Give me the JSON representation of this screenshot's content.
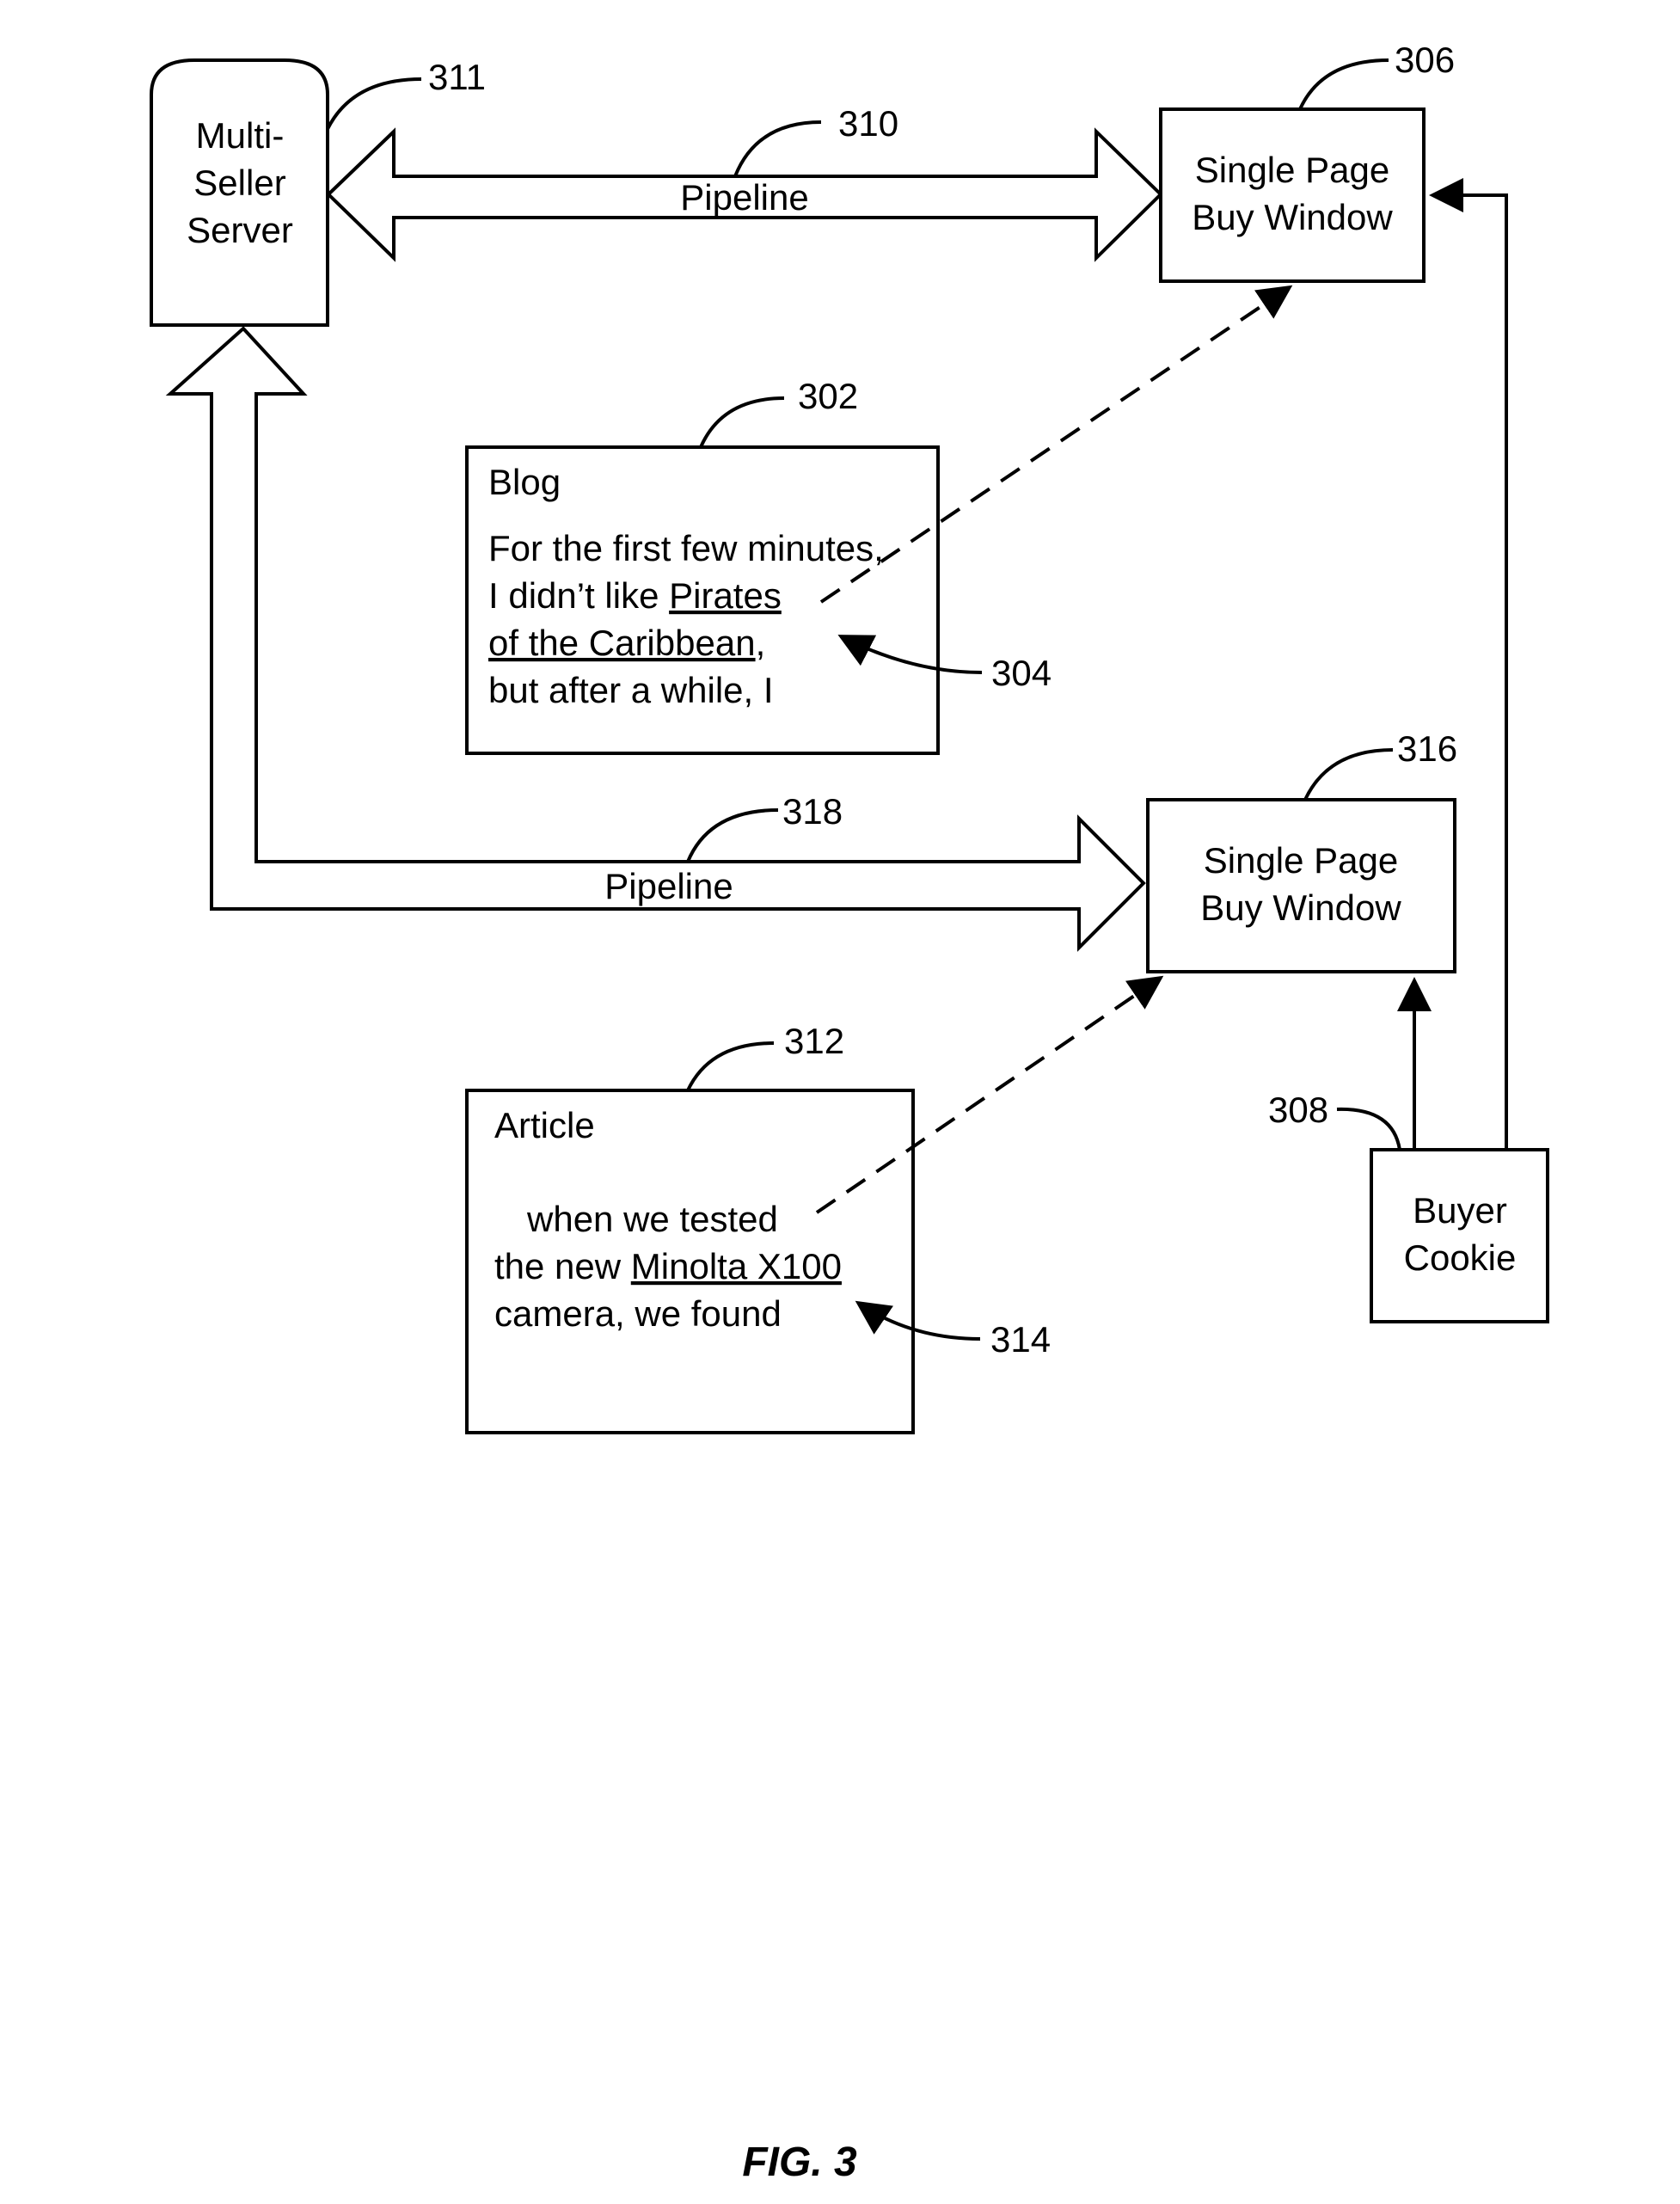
{
  "server": {
    "line1": "Multi-",
    "line2": "Seller",
    "line3": "Server",
    "ref": "311"
  },
  "pipeline_top": {
    "label": "Pipeline",
    "ref": "310"
  },
  "pipeline_bottom": {
    "label": "Pipeline",
    "ref": "318"
  },
  "buy_window_top": {
    "line1": "Single Page",
    "line2": "Buy Window",
    "ref": "306"
  },
  "buy_window_bottom": {
    "line1": "Single Page",
    "line2": "Buy Window",
    "ref": "316"
  },
  "blog": {
    "title": "Blog",
    "ref": "302",
    "line1": "For the first few minutes,",
    "line2_pre": "I didn’t like ",
    "line2_link": "Pirates",
    "line3_link": "of the Caribbean",
    "line3_post": ",",
    "line4": "but after a while, I",
    "link_ref": "304"
  },
  "article": {
    "title": "Article",
    "ref": "312",
    "line1": "when we tested",
    "line2_pre": "the new ",
    "line2_link": "Minolta X100",
    "line3": "camera, we found",
    "link_ref": "314"
  },
  "cookie": {
    "line1": "Buyer",
    "line2": "Cookie",
    "ref": "308"
  },
  "caption": "FIG. 3"
}
